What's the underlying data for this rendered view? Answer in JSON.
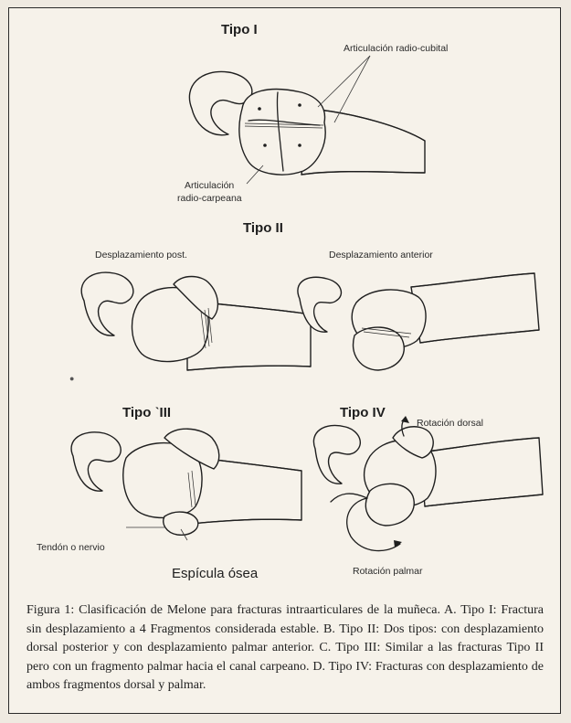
{
  "panels": {
    "tipo1": {
      "title": "Tipo I",
      "label_joint_radio_cubital": "Articulación radio-cubital",
      "label_joint_radio_carpeana_line1": "Articulación",
      "label_joint_radio_carpeana_line2": "radio-carpeana"
    },
    "tipo2": {
      "title": "Tipo II",
      "label_left": "Desplazamiento post.",
      "label_right": "Desplazamiento anterior"
    },
    "tipo3": {
      "title": "Tipo ˋIII",
      "label_tendon": "Tendón o nervio",
      "label_espicula": "Espícula ósea"
    },
    "tipo4": {
      "title": "Tipo IV",
      "label_rot_dorsal": "Rotación dorsal",
      "label_rot_palmar": "Rotación palmar"
    }
  },
  "caption": {
    "text": "Figura 1: Clasificación de Melone para fracturas intraarticulares de la muñeca. A. Tipo I: Fractura sin desplazamiento a 4 Fragmentos considerada estable. B. Tipo II: Dos tipos: con desplazamiento dorsal posterior y con desplazamiento palmar anterior. C. Tipo III: Similar a las fracturas Tipo II pero con un fragmento palmar hacia el canal carpeano. D. Tipo IV: Fracturas con desplazamiento de ambos fragmentos dorsal y palmar."
  }
}
